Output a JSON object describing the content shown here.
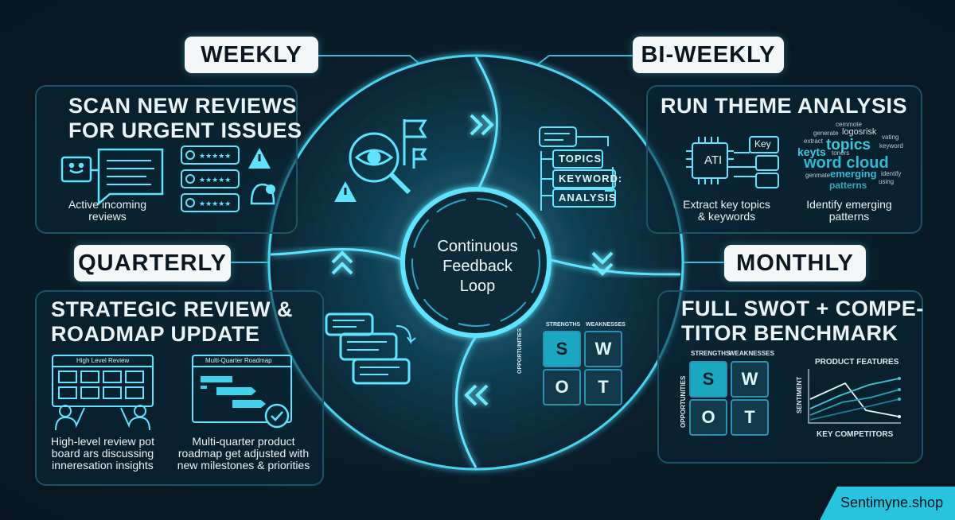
{
  "tags": {
    "weekly": "WEEKLY",
    "biweekly": "BI-WEEKLY",
    "quarterly": "QUARTERLY",
    "monthly": "MONTHLY"
  },
  "weekly_panel": {
    "title_line1": "SCAN NEW REVIEWS",
    "title_line2": "FOR URGENT ISSUES",
    "caption_line1": "Active incoming",
    "caption_line2": "reviews"
  },
  "biweekly_panel": {
    "title": "RUN THEME ANALYSIS",
    "chip_label": "ATI",
    "key_label": "Key",
    "caption_left_line1": "Extract key topics",
    "caption_left_line2": "& keywords",
    "caption_right_line1": "Identify emerging",
    "caption_right_line2": "patterns",
    "word_cloud": {
      "big": [
        "topics",
        "word cloud",
        "emerging",
        "patterns",
        "keyts"
      ],
      "small": [
        "cemmote",
        "generate",
        "logosrisk",
        "extract",
        "toners",
        "genmate",
        "identify",
        "using",
        "keyword",
        "vating"
      ]
    }
  },
  "quarterly_panel": {
    "title_line1": "STRATEGIC REVIEW &",
    "title_line2": "ROADMAP UPDATE",
    "board_label": "High Level Review",
    "roadmap_label": "Multi-Quarter Roadmap",
    "caption_left_line1": "High-level review pot",
    "caption_left_line2": "board ars discussing",
    "caption_left_line3": "inneresation insights",
    "caption_right_line1": "Multi-quarter product",
    "caption_right_line2": "roadmap get adjusted with",
    "caption_right_line3": "new milestones & priorities"
  },
  "monthly_panel": {
    "title_line1": "FULL SWOT + COMPE-",
    "title_line2": "TITOR BENCHMARK",
    "swot_strengths": "STRENGTHS",
    "swot_weaknesses": "WEAKNESSES",
    "swot_opportunities": "OPPORTUNITIES",
    "swot_letters": [
      "S",
      "W",
      "O",
      "T"
    ],
    "chart_title": "PRODUCT FEATURES",
    "chart_ylabel": "SENTIMENT",
    "chart_xlabel": "KEY COMPETITORS"
  },
  "circle": {
    "center_line1": "Continuous",
    "center_line2": "Feedback",
    "center_line3": "Loop",
    "topics_label": "TOPICS",
    "keywords_label": "KEYWORD:",
    "analysis_label": "ANALYSIS",
    "swot_strengths": "STRENGTHS",
    "swot_weaknesses": "WEAKNESSES",
    "swot_opportunities": "OPPORTUNITIES",
    "swot_letters": [
      "S",
      "W",
      "O",
      "T"
    ]
  },
  "footer": {
    "brand": "Sentimyne.shop"
  },
  "colors": {
    "accent": "#27c3df",
    "glow": "#5fe3ff",
    "panel_border": "#1d5368",
    "background": "#0a1f2c"
  }
}
